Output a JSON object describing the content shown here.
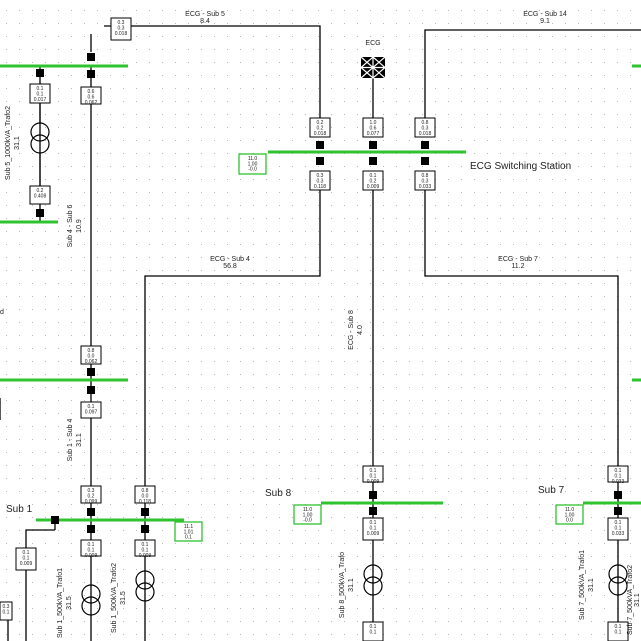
{
  "colors": {
    "bus": "#2fc42f",
    "line": "#000000",
    "grid_dot": "#b8b8b8",
    "ext_grid_fill": "#000000"
  },
  "stations": {
    "ecg_switching": "ECG Switching Station",
    "sub8": "Sub 8",
    "sub7": "Sub 7",
    "sub1": "Sub 1"
  },
  "lines": [
    {
      "name": "ECG - Sub 5",
      "value": "8.4"
    },
    {
      "name": "ECG - Sub 14",
      "value": "9.1"
    },
    {
      "name": "ECG - Sub 4",
      "value": "56.8"
    },
    {
      "name": "ECG - Sub 7",
      "value": "11.2"
    },
    {
      "name": "ECG - Sub 8",
      "value": "4.0"
    },
    {
      "name": "Sub 4 - Sub 6",
      "value": "10.9"
    },
    {
      "name": "Sub 1 - Sub 4",
      "value": "31.1"
    }
  ],
  "ext_grid": {
    "label": "ECG"
  },
  "transformers": [
    {
      "name": "Sub 5_1000kVA_Trafo2",
      "value": "31.1"
    },
    {
      "name": "Sub 1_500kVA_Trafo1",
      "value": "31.5"
    },
    {
      "name": "Sub 1_500kVA_Trafo2",
      "value": "31.5"
    },
    {
      "name": "Sub 8_500kVA_Trafo",
      "value": "31.1"
    },
    {
      "name": "Sub 7_500kVA_Trafo1",
      "value": "31.1"
    },
    {
      "name": "Sub 7_500kVA_Trafo2",
      "value": "31.1"
    }
  ],
  "boxes": {
    "b1": [
      "0.3",
      "0.3",
      "0.018"
    ],
    "b2": [
      "0.1",
      "0.1",
      "0.017"
    ],
    "b3": [
      "0.6",
      "0.6",
      "0.062"
    ],
    "b4": [
      "0.2",
      "0.408"
    ],
    "b5": [
      "0.2",
      "0.2",
      "0.018"
    ],
    "b6": [
      "1.0",
      "0.6",
      "0.077"
    ],
    "b7": [
      "0.8",
      "0.3",
      "0.018"
    ],
    "b8": [
      "0.3",
      "0.3",
      "0.118"
    ],
    "b9": [
      "0.1",
      "0.2",
      "0.009"
    ],
    "b10": [
      "0.8",
      "0.3",
      "0.033"
    ],
    "b11": [
      "0.8",
      "0.0",
      "0.062"
    ],
    "b12": [
      "0.1",
      "0.097"
    ],
    "b13": [
      "0.3",
      "0.2",
      "0.099"
    ],
    "b14": [
      "0.8",
      "0.0",
      "0.118"
    ],
    "b15": [
      "0.1",
      "0.1",
      "0.009"
    ],
    "b16": [
      "0.1",
      "0.1",
      "0.009"
    ],
    "b17": [
      "0.1",
      "0.1",
      "0.009"
    ],
    "b18": [
      "0.1",
      "0.1",
      "0.009"
    ],
    "b19": [
      "0.1",
      "0.1",
      "0.033"
    ],
    "b20": [
      "0.1",
      "0.1",
      "0.033"
    ],
    "b21": [
      "0.1",
      "0.1"
    ],
    "b22": [
      "0.1",
      "0.1"
    ],
    "b23": [
      "0.1",
      "0.1",
      "0.009"
    ],
    "b24": [
      "0.3",
      "0.1"
    ]
  },
  "bus_results": {
    "ecg": [
      "11.0",
      "1.00",
      "-0.0"
    ],
    "sub1": [
      "11.1",
      "1.01",
      "0.1"
    ],
    "sub8": [
      "11.0",
      "1.00",
      "-0.0"
    ],
    "sub7": [
      "11.0",
      "1.00",
      "0.0"
    ]
  },
  "partial_labels": {
    "left_d": "d"
  }
}
